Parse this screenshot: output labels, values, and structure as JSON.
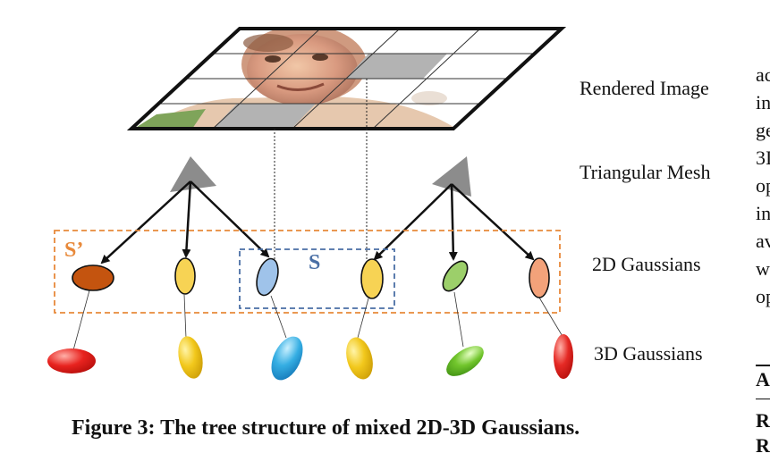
{
  "figure": {
    "labels": {
      "rendered_image": "Rendered Image",
      "triangular_mesh": "Triangular Mesh",
      "gaussians_2d": "2D Gaussians",
      "gaussians_3d": "3D Gaussians"
    },
    "set_labels": {
      "s_prime": "S’",
      "s": "S"
    },
    "colors": {
      "s_prime_box": "#e8893a",
      "s_box": "#4a6fa5",
      "mesh_triangle": "#8c8c8c",
      "selected_cell": "#b3b3b3"
    },
    "gaussians_2d_colors": [
      "#c4540f",
      "#f7d354",
      "#9fc3ea",
      "#f7d354",
      "#9ccf6a",
      "#f3a27a"
    ],
    "gaussians_3d_colors": [
      "#e8231f",
      "#f2c81c",
      "#35aee3",
      "#f2c81c",
      "#72c62d",
      "#e52a25"
    ]
  },
  "caption": "Figure 3: The tree structure of mixed 2D-3D Gaussians.",
  "side_text": {
    "lines": [
      "ac",
      "in",
      "ge",
      "3I",
      "op",
      "in",
      "av",
      "w",
      "op"
    ],
    "bold_lines": [
      "A",
      "R",
      "R"
    ]
  }
}
